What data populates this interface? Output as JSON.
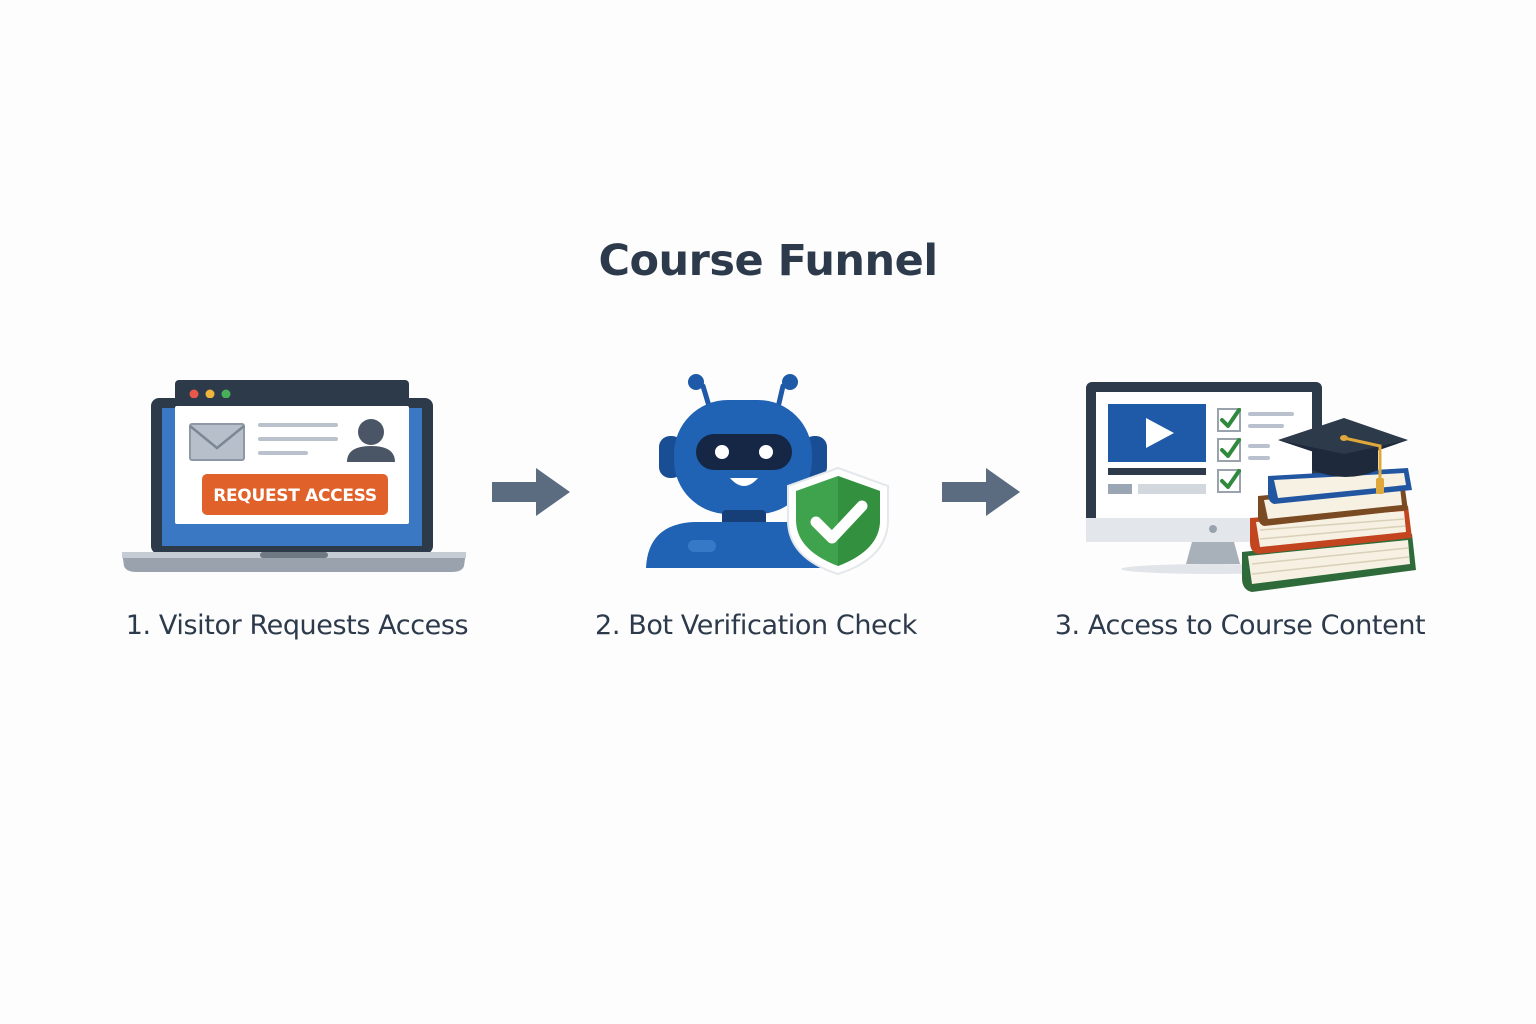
{
  "title": "Course Funnel",
  "steps": [
    {
      "label": "1. Visitor Requests Access",
      "button": "REQUEST ACCESS"
    },
    {
      "label": "2. Bot Verification Check"
    },
    {
      "label": "3. Access to Course Content"
    }
  ],
  "icons": {
    "step1": [
      "laptop-icon",
      "envelope-icon",
      "user-icon"
    ],
    "step2": [
      "robot-icon",
      "shield-check-icon"
    ],
    "step3": [
      "monitor-icon",
      "play-icon",
      "checklist-icon",
      "graduation-cap-icon",
      "books-icon"
    ],
    "connectors": [
      "arrow-right-icon",
      "arrow-right-icon"
    ]
  },
  "colors": {
    "text": "#2c3a4b",
    "accent_orange": "#e0622a",
    "accent_blue": "#1f5aa8",
    "accent_green": "#3fa34d",
    "arrow": "#5b6b80"
  }
}
